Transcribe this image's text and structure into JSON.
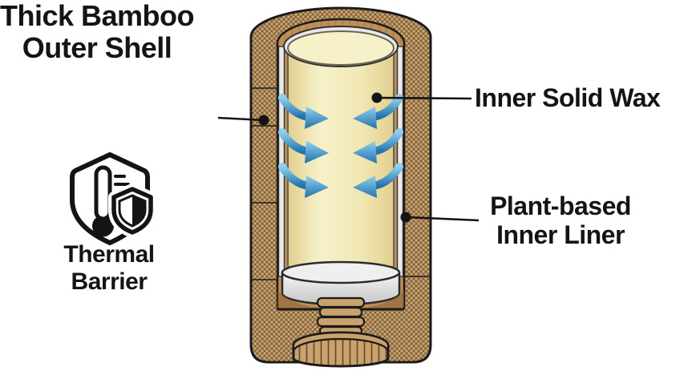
{
  "labels": {
    "outer_shell_line1": "Thick Bamboo",
    "outer_shell_line2": "Outer Shell",
    "thermal_line1": "Thermal",
    "thermal_line2": "Barrier",
    "inner_wax": "Inner Solid Wax",
    "inner_liner_line1": "Plant-based",
    "inner_liner_line2": "Inner Liner"
  },
  "icons": {
    "thermal_badge": "shield-thermometer-icon"
  },
  "diagram": {
    "subject": "bamboo container cross-section with inner solid wax core, plant-based liner, twist screw mechanism and knurled base knob",
    "arrow_count": 6
  },
  "colors": {
    "background": "#FFFFFF",
    "ink": "#141414",
    "line": "#1B1B1B",
    "bamboo": "#C9A26E",
    "bamboo_hatch": "#6F5130",
    "wood": "#BD9057",
    "wood_dark": "#8A5F33",
    "wood2": "#C9A26E",
    "liner": "#E9E9E9",
    "platform_light": "#F6F6F6",
    "platform_dark": "#C6C6C6",
    "wax": "#F1E7B3",
    "wax_light": "#F7F1CA",
    "wax_edge": "#E2CF8F",
    "arrow_light": "#8FD0F0",
    "arrow_dark": "#2273AC"
  }
}
